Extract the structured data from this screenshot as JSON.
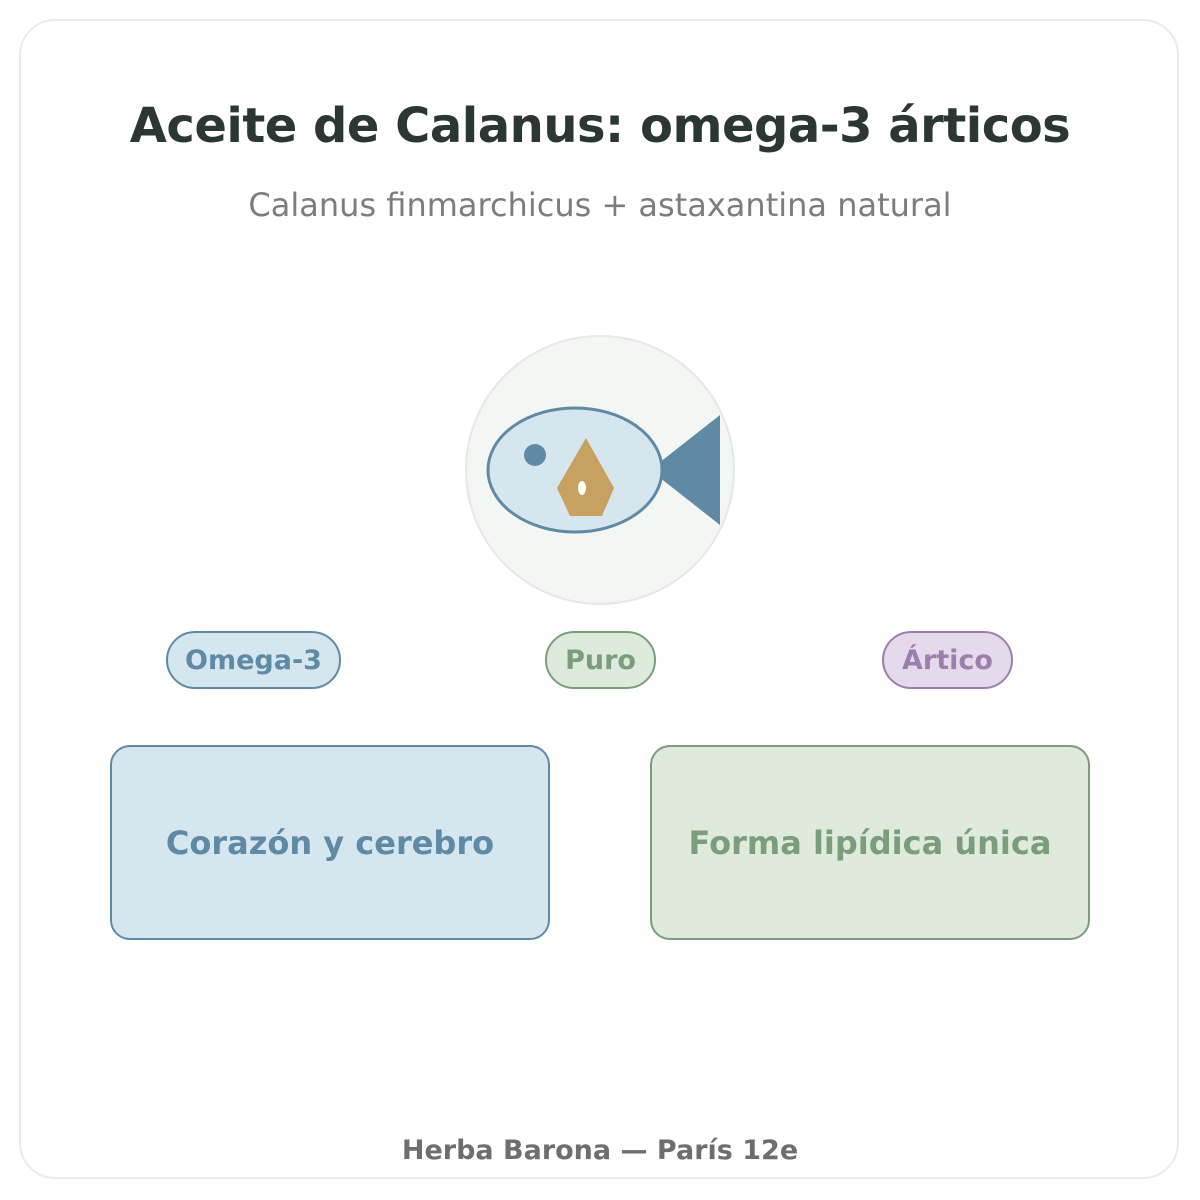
{
  "header": {
    "title": "Aceite de Calanus: omega-3 árticos",
    "subtitle": "Calanus finmarchicus + astaxantina natural"
  },
  "emblem": {
    "icon": "fish-icon",
    "inner_icon": "drop-icon",
    "colors": {
      "circle_bg": "#f3f6f3",
      "fish_body": "#d6e6ee",
      "fish_stroke": "#5f8aa5",
      "drop": "#c8a060"
    }
  },
  "tags": [
    {
      "label": "Omega-3",
      "color": "#5f8aa5"
    },
    {
      "label": "Puro",
      "color": "#7a9e7b"
    },
    {
      "label": "Ártico",
      "color": "#9b7fae"
    }
  ],
  "boxes": [
    {
      "label": "Corazón y cerebro",
      "color": "#5f8aa5"
    },
    {
      "label": "Forma lipídica única",
      "color": "#7a9e7b"
    }
  ],
  "footer": {
    "text": "Herba Barona — París 12e"
  }
}
